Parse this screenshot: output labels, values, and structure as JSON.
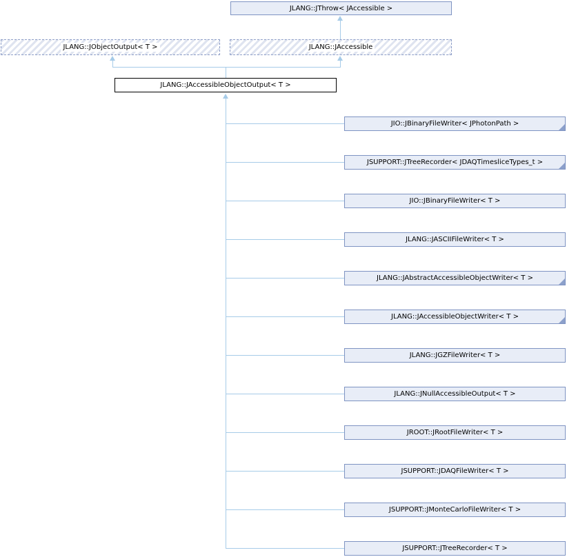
{
  "diagram": {
    "kind": "class-inheritance-graph",
    "focus_class": "JLANG::JAccessibleObjectOutput< T >"
  },
  "nodes": {
    "base": {
      "label": "JLANG::JThrow< JAccessible >"
    },
    "virtual": [
      {
        "label": "JLANG::JObjectOutput< T >"
      },
      {
        "label": "JLANG::JAccessible"
      }
    ],
    "main": {
      "label": "JLANG::JAccessibleObjectOutput< T >"
    },
    "derived": [
      {
        "label": "JIO::JBinaryFileWriter< JPhotonPath >",
        "folded": true
      },
      {
        "label": "JSUPPORT::JTreeRecorder< JDAQTimesliceTypes_t >",
        "folded": true
      },
      {
        "label": "JIO::JBinaryFileWriter< T >",
        "folded": false
      },
      {
        "label": "JLANG::JASCIIFileWriter< T >",
        "folded": false
      },
      {
        "label": "JLANG::JAbstractAccessibleObjectWriter< T >",
        "folded": true
      },
      {
        "label": "JLANG::JAccessibleObjectWriter< T >",
        "folded": true
      },
      {
        "label": "JLANG::JGZFileWriter< T >",
        "folded": false
      },
      {
        "label": "JLANG::JNullAccessibleOutput< T >",
        "folded": false
      },
      {
        "label": "JROOT::JRootFileWriter< T >",
        "folded": false
      },
      {
        "label": "JSUPPORT::JDAQFileWriter< T >",
        "folded": false
      },
      {
        "label": "JSUPPORT::JMonteCarloFileWriter< T >",
        "folded": false
      },
      {
        "label": "JSUPPORT::JTreeRecorder< T >",
        "folded": false
      }
    ]
  },
  "colors": {
    "node_fill": "#e8edf7",
    "node_border": "#7e93c2",
    "edge": "#a6cbe8",
    "dashed_border": "#8b9cc6",
    "hatch": "#dfe4f0",
    "fold": "#8ca0cb",
    "main_border": "#000000"
  }
}
